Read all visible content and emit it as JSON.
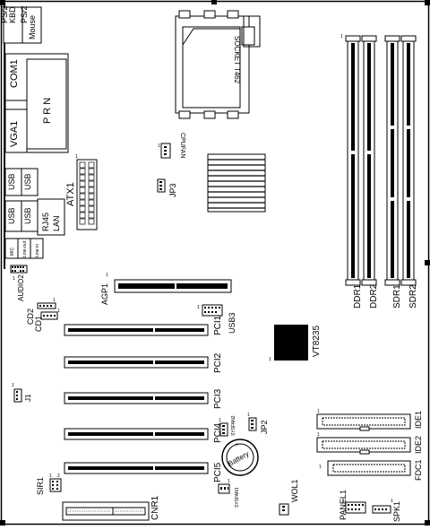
{
  "labels": {
    "ps2_kbd": [
      "PS/2",
      "KBD"
    ],
    "ps2_mouse": [
      "PS/2",
      "Mouse"
    ],
    "com1": "COM1",
    "prn": "P R N",
    "vga1": "VGA1",
    "usb_a": "USB",
    "usb_b": "USB",
    "usb_c": "USB",
    "usb_d": "USB",
    "rj45_lan": [
      "RJ45",
      "LAN"
    ],
    "mic": "MIC",
    "line_out": "Line-out",
    "line_in": "Line-in",
    "socket": "SOCKET T462",
    "cpufan": "CPUFAN",
    "atx1": "ATX1",
    "jp3": "JP3",
    "agp1": "AGP1",
    "usb3": "USB3",
    "audio2": "AUDIO2",
    "cd2": "CD2",
    "cd1": "CD1",
    "pci1": "PCI1",
    "pci2": "PCI2",
    "pci3": "PCI3",
    "pci4": "PCI4",
    "pci5": "PCI5",
    "j1": "J1",
    "sir1": "SIR1",
    "cnr1": "CNR1",
    "battery": "Battery",
    "sysfan2": "SYSFAN2",
    "sysfan1": "SYSFAN1",
    "jp2": "JP2",
    "wol1": "WOL1",
    "panel1": "PANEL1",
    "spk1": "SPK1",
    "vt8235": "VT8235",
    "ddr1": "DDR1",
    "ddr2": "DDR2",
    "sdr1": "SDR1",
    "sdr2": "SDR2",
    "ide1": "IDE1",
    "ide2": "IDE2",
    "fdc1": "FDC1",
    "pin1": "1",
    "pin1b": "1",
    "pin1c": "1",
    "pin1d": "1",
    "pin1e": "1",
    "pin1f": "1",
    "pin1g": "1",
    "pin1h": "1",
    "pin1i": "1",
    "pin1j": "1",
    "pin1k": "1",
    "pin1l": "1",
    "pin1m": "1",
    "pin1n": "1",
    "pin2": "2",
    "pin1o": "1",
    "pin1p": "1",
    "pin1q": "1",
    "pin1r": "1",
    "pin1s": "1"
  },
  "colors": {
    "line": "#000000",
    "background": "#ffffff",
    "chip_shade": "#9a9a9a"
  }
}
